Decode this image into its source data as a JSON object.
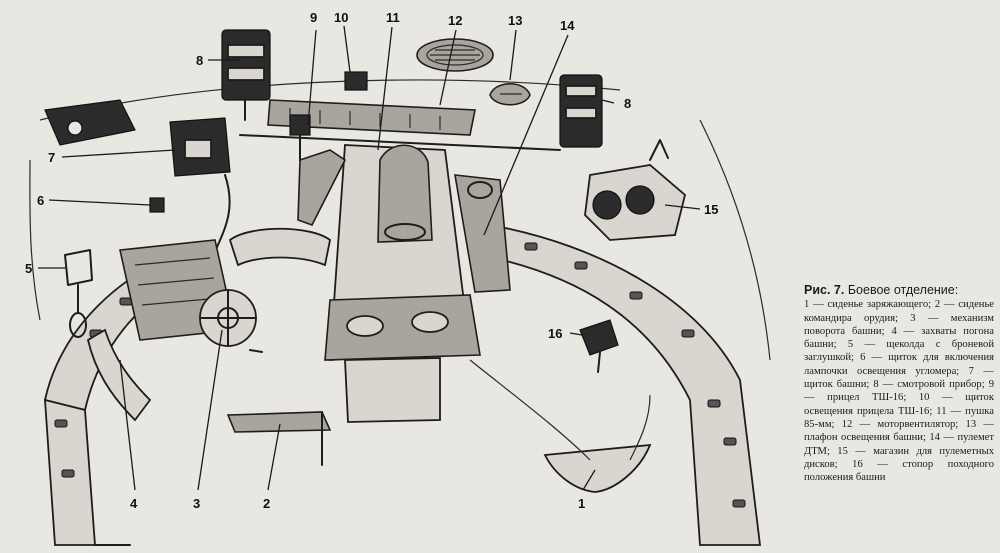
{
  "caption": {
    "figure": "Рис. 7.",
    "title": "Боевое отделение:",
    "legend": "1 — сиденье заряжающего; 2 — сиденье командира орудия; 3 — механизм поворота башни; 4 — захваты погона башни; 5 — щеколда с броневой заглушкой; 6 — щиток для включения лампочки освещения угломера; 7 — щиток башни; 8 — смотровой прибор; 9 — прицел ТШ-16; 10 — щиток освещения прицела ТШ-16; 11 — пушка 85-мм; 12 — моторвентилятор; 13 — плафон освещения башни; 14 — пулемет ДТМ; 15 — магазин для пулеметных дисков; 16 — стопор походного положения башни"
  },
  "labels": [
    "1",
    "2",
    "3",
    "4",
    "5",
    "6",
    "7",
    "8",
    "8",
    "9",
    "10",
    "11",
    "12",
    "13",
    "14",
    "15",
    "16"
  ],
  "colors": {
    "paper": "#e9e7e2",
    "ink": "#1d1d1d"
  }
}
